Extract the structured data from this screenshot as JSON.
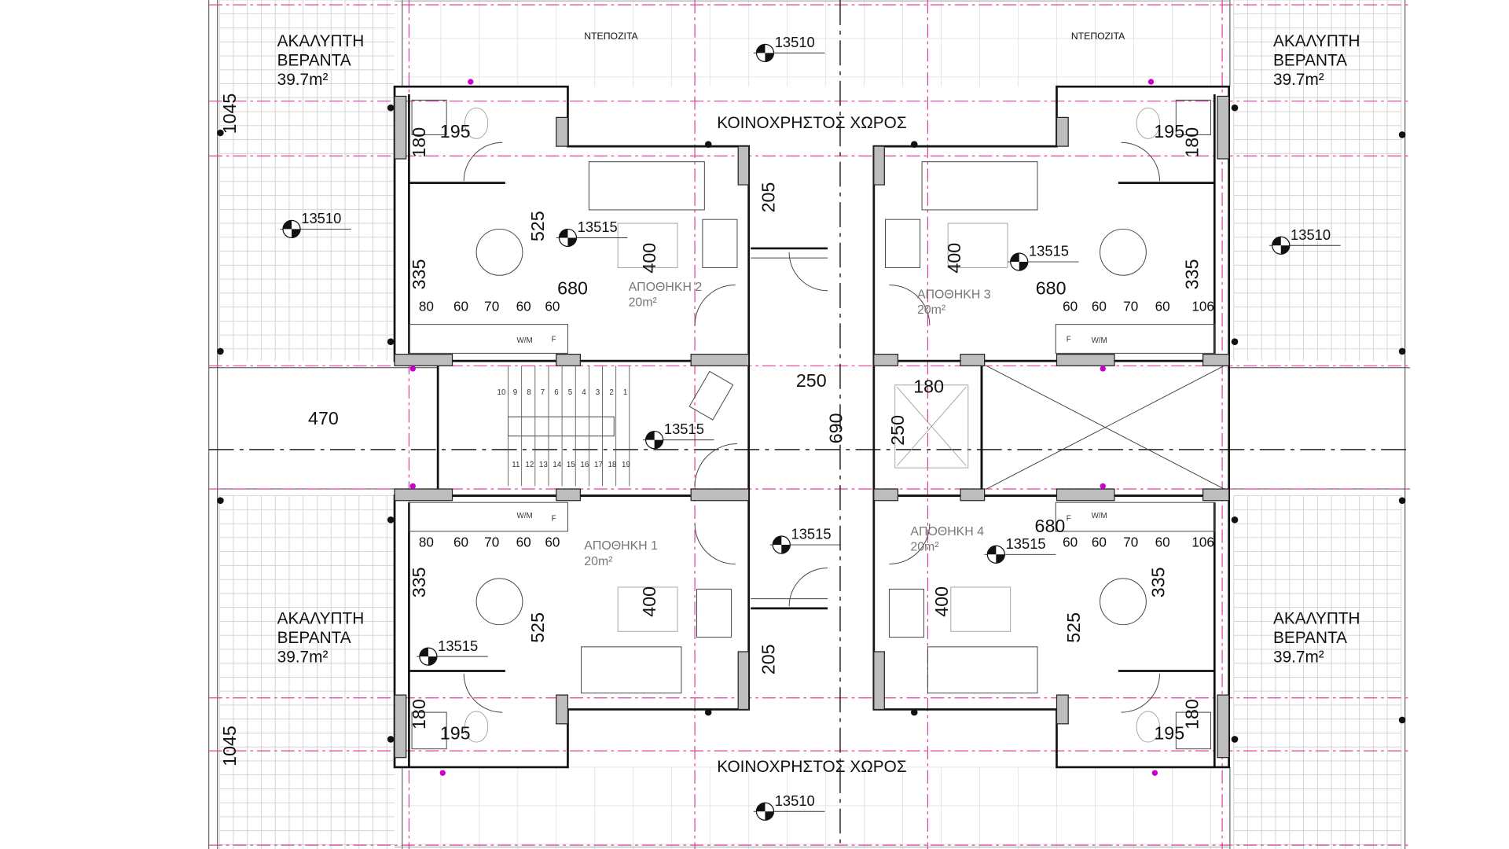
{
  "verandas": [
    {
      "line1": "ΑΚΑΛΥΠΤΗ",
      "line2": "ΒΕΡΑΝΤΑ",
      "area": "39.7m²"
    },
    {
      "line1": "ΑΚΑΛΥΠΤΗ",
      "line2": "ΒΕΡΑΝΤΑ",
      "area": "39.7m²"
    },
    {
      "line1": "ΑΚΑΛΥΠΤΗ",
      "line2": "ΒΕΡΑΝΤΑ",
      "area": "39.7m²"
    },
    {
      "line1": "ΑΚΑΛΥΠΤΗ",
      "line2": "ΒΕΡΑΝΤΑ",
      "area": "39.7m²"
    }
  ],
  "storage_rooms": [
    {
      "name": "ΑΠΟΘΗΚΗ 2",
      "area": "20m²"
    },
    {
      "name": "ΑΠΟΘΗΚΗ 3",
      "area": "20m²"
    },
    {
      "name": "ΑΠΟΘΗΚΗ 1",
      "area": "20m²"
    },
    {
      "name": "ΑΠΟΘΗΚΗ 4",
      "area": "20m²"
    }
  ],
  "tanks": [
    "ΝΤΕΠΟΖΙΤΑ",
    "ΝΤΕΠΟΖΙΤΑ"
  ],
  "common_areas": [
    "ΚΟΙΝΟΧΡΗΣΤΟΣ ΧΩΡΟΣ",
    "ΚΟΙΝΟΧΡΗΣΤΟΣ ΧΩΡΟΣ"
  ],
  "appliance_labels": {
    "washing_machine": "W/M",
    "fridge": "F"
  },
  "level_markers": [
    "13510",
    "13510",
    "13510",
    "13510",
    "13515",
    "13515",
    "13515",
    "13515",
    "13515",
    "13515"
  ],
  "dimensions": [
    "1045",
    "195",
    "180",
    "525",
    "335",
    "400",
    "680",
    "80",
    "60",
    "70",
    "60",
    "60",
    "205",
    "195",
    "180",
    "400",
    "680",
    "335",
    "60",
    "60",
    "70",
    "60",
    "106",
    "470",
    "250",
    "690",
    "180",
    "250",
    "680",
    "80",
    "60",
    "70",
    "60",
    "60",
    "60",
    "60",
    "70",
    "60",
    "106",
    "335",
    "525",
    "400",
    "400",
    "335",
    "525",
    "205",
    "180",
    "195",
    "180",
    "195",
    "1045"
  ],
  "stair_steps": [
    "10",
    "9",
    "8",
    "7",
    "6",
    "5",
    "4",
    "3",
    "2",
    "1",
    "11",
    "12",
    "13",
    "14",
    "15",
    "16",
    "17",
    "18",
    "19"
  ]
}
